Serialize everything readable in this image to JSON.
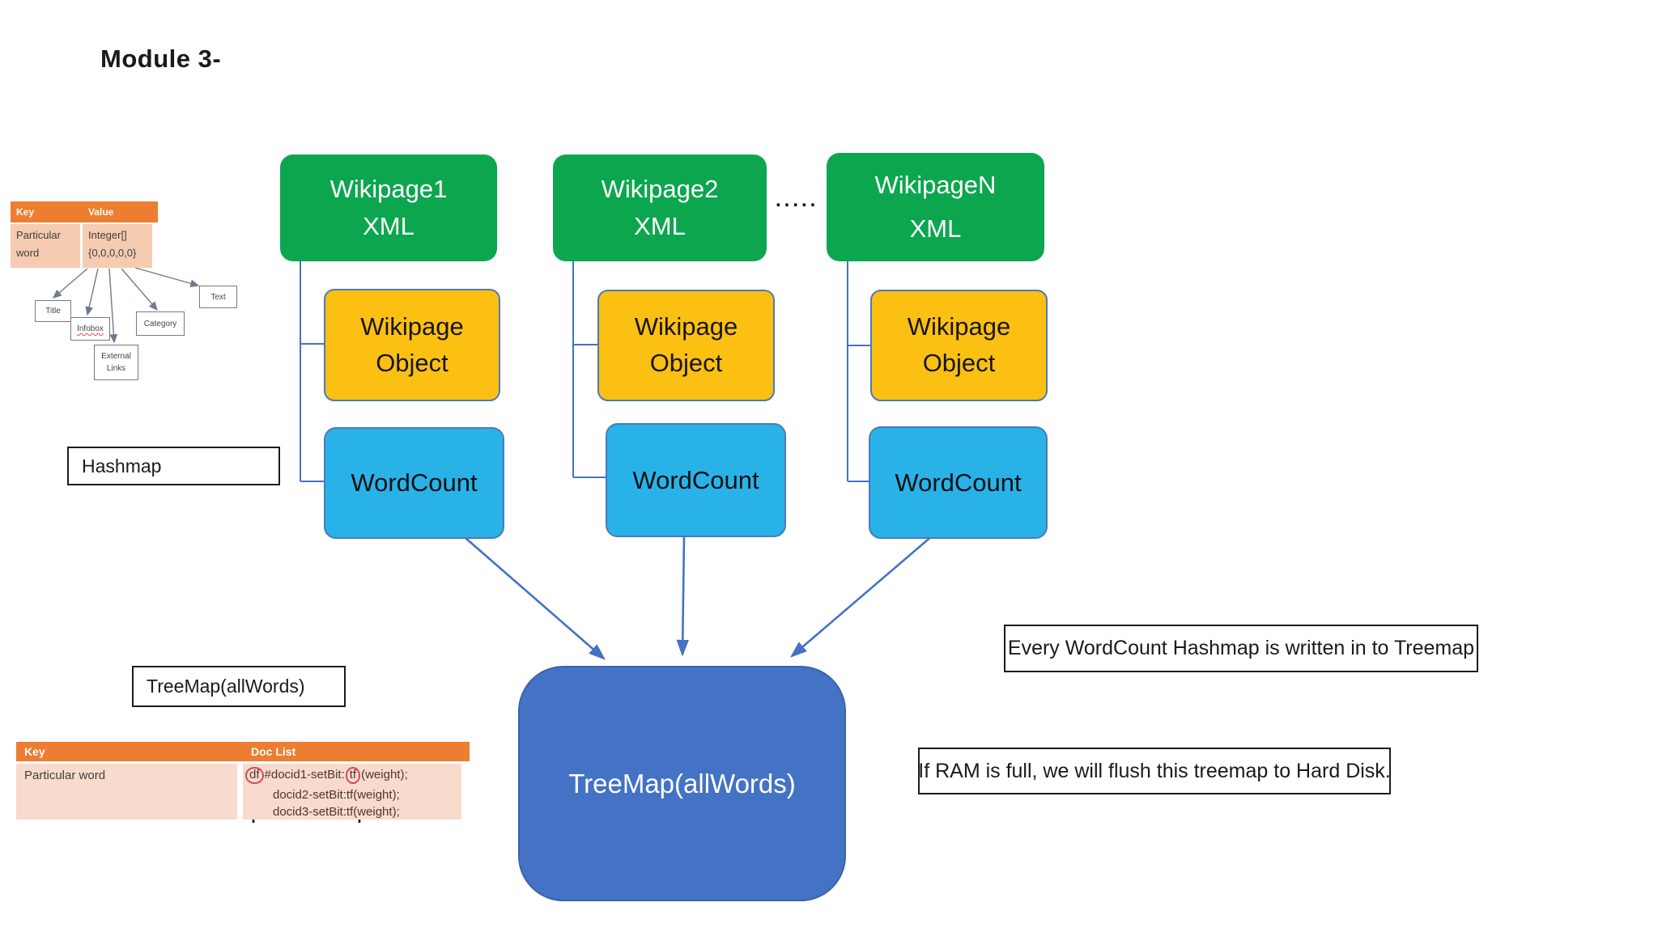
{
  "title": "Module 3-",
  "theme": {
    "green": "#0CA64F",
    "yellow": "#FCC013",
    "cyan": "#29B2E8",
    "blue": "#4472C4",
    "orange": "#ED7D31",
    "connector": "#4472C4"
  },
  "hashmap_figure": {
    "table": {
      "headers": [
        "Key",
        "Value"
      ],
      "row_key": "Particular\nword",
      "row_value": "Integer[]\n{0,0,0,0,0}"
    },
    "nodes": [
      "Title",
      "Infobox",
      "Category",
      "External\nLinks",
      "Text"
    ],
    "label": "Hashmap"
  },
  "pipeline": {
    "columns": [
      {
        "xml": "Wikipage1\nXML",
        "object": "Wikipage\nObject",
        "wordcount": "WordCount"
      },
      {
        "xml": "Wikipage2\nXML",
        "object": "Wikipage\nObject",
        "wordcount": "WordCount"
      },
      {
        "xml": "WikipageN\nXML",
        "object": "Wikipage\nObject",
        "wordcount": "WordCount"
      }
    ],
    "ellipsis": ".....",
    "treemap": "TreeMap(allWords)"
  },
  "treemap_label": "TreeMap(allWords)",
  "doclist_table": {
    "headers": [
      "Key",
      "Doc List"
    ],
    "row_key": "Particular word",
    "line1": {
      "df": "df",
      "mid": "#docid1-setBit:",
      "tf": "tf",
      "suffix": "(weight);"
    },
    "line2": "docid2-setBit:tf(weight);",
    "line3": "docid3-setBit:tf(weight);"
  },
  "annotations": {
    "note1": "Every WordCount Hashmap is written in to Treemap",
    "note2": "If RAM is full, we will flush this treemap to Hard Disk."
  }
}
